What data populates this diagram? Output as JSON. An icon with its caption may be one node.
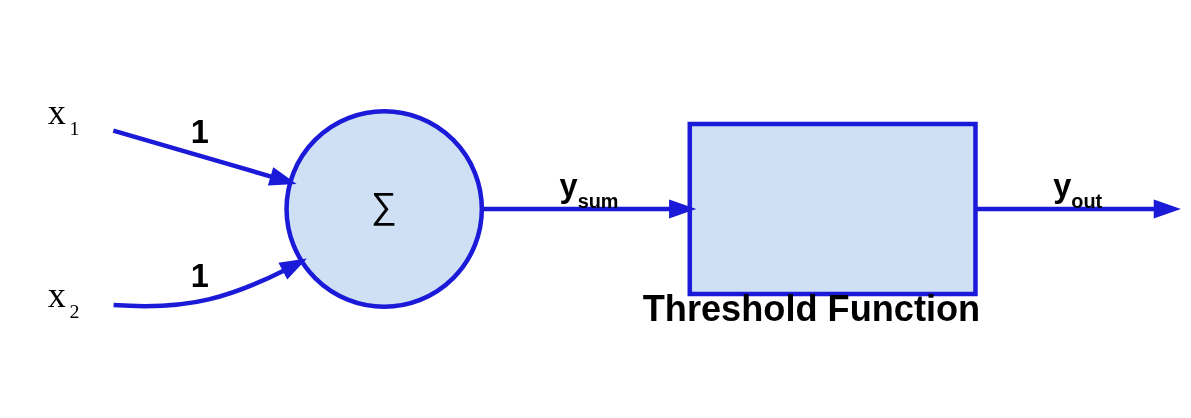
{
  "diagram": {
    "nodes": [
      {
        "text": [
          "x$_{1}$"
        ]
      },
      {
        "text": [
          "x$_{2}$"
        ]
      },
      {
        "text": [
          "∑"
        ]
      },
      {
        "text": [],
        "shape": "box",
        "beside": [
          "Threshold Function"
        ]
      }
    ],
    "edges": [
      {
        "from": 0,
        "to": 2,
        "arrow": "to",
        "label": "1"
      },
      {
        "from": 1,
        "to": 2,
        "arrow": "to",
        "label": "1"
      },
      {
        "from": 2,
        "to": 3,
        "arrow": "to",
        "label": "y$_{sum}$"
      },
      {
        "from": 3,
        "to": null,
        "arrow": "to",
        "label": "y$_{out}$"
      }
    ]
  }
}
